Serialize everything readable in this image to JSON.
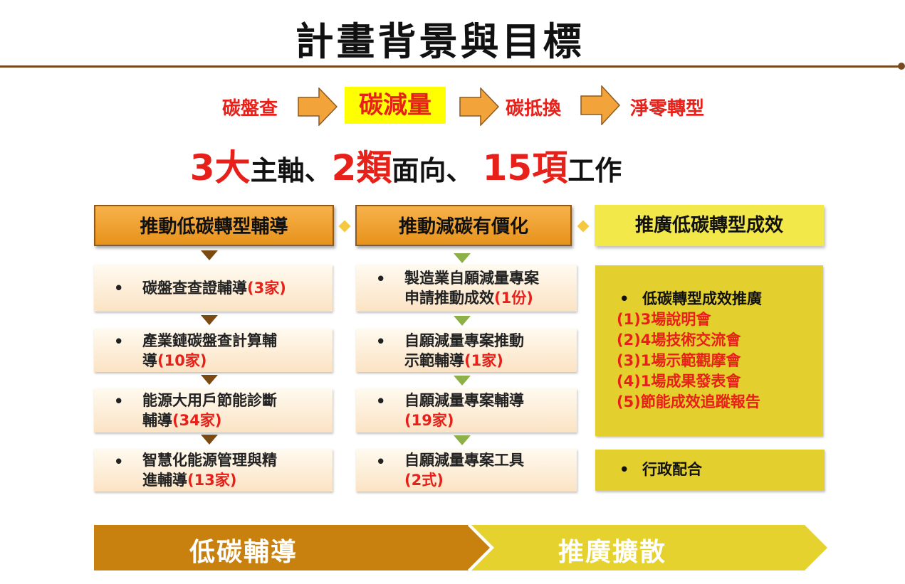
{
  "title": "計畫背景與目標",
  "flow": [
    "碳盤查",
    "碳減量",
    "碳抵換",
    "淨零轉型"
  ],
  "headline": {
    "n1": "3",
    "w1": "大",
    "t1": "主軸、",
    "n2": "2",
    "w2": "類",
    "t2": "面向、",
    "n3": "15",
    "w3": "項",
    "t3": "工作"
  },
  "columns": [
    {
      "header": "推動低碳轉型輔導",
      "items": [
        {
          "lines": [
            "碳盤查查證輔導"
          ],
          "count": "(3家)"
        },
        {
          "lines": [
            "產業鏈碳盤查計算輔",
            "導"
          ],
          "count": "(10家)"
        },
        {
          "lines": [
            "能源大用戶節能診斷",
            "輔導"
          ],
          "count": "(34家)"
        },
        {
          "lines": [
            "智慧化能源管理與精",
            "進輔導"
          ],
          "count": "(13家)"
        }
      ]
    },
    {
      "header": "推動減碳有價化",
      "items": [
        {
          "lines": [
            "製造業自願減量專案",
            "申請推動成效"
          ],
          "count": "(1份)"
        },
        {
          "lines": [
            "自願減量專案推動",
            "示範輔導"
          ],
          "count": "(1家)"
        },
        {
          "lines": [
            "自願減量專案輔導",
            ""
          ],
          "count": "(19家)"
        },
        {
          "lines": [
            "自願減量專案工具",
            ""
          ],
          "count": "(2式)"
        }
      ]
    },
    {
      "header": "推廣低碳轉型成效",
      "box1_title": "低碳轉型成效推廣",
      "box1_items": [
        "(1)3場說明會",
        "(2)4場技術交流會",
        "(3)1場示範觀摩會",
        "(4)1場成果發表會",
        "(5)節能成效追蹤報告"
      ],
      "box2_title": "行政配合"
    }
  ],
  "bottom": [
    "低碳輔導",
    "推廣擴散"
  ],
  "bullet": "•",
  "colors": {
    "accent_red": "#e8201a",
    "orange": "#c8800f",
    "yellow": "#e6d22e",
    "highlight": "#ffff00"
  }
}
